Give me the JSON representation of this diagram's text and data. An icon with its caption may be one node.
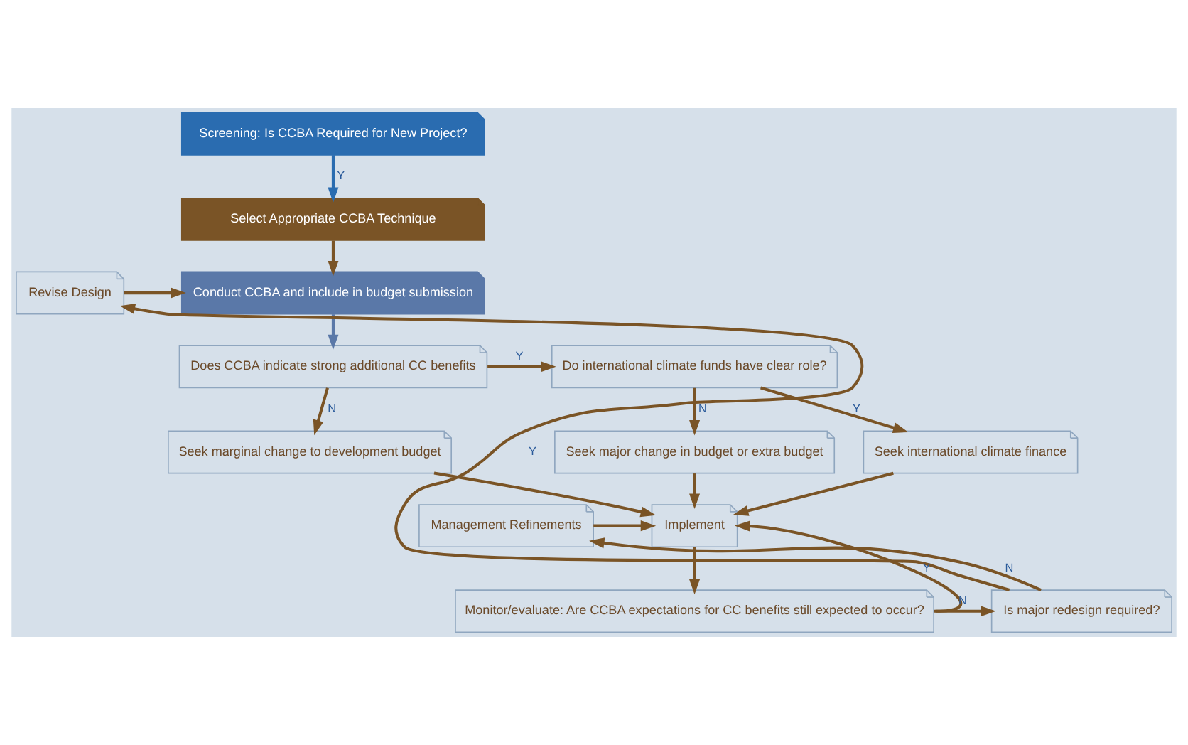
{
  "diagram": {
    "nodes": [
      {
        "text": [
          "Screening: Is CCBA Required for New Project?"
        ]
      },
      {
        "text": [
          "Select Appropriate CCBA Technique"
        ]
      },
      {
        "text": [
          "Revise Design"
        ]
      },
      {
        "text": [
          "Conduct CCBA and include in budget submission"
        ]
      },
      {
        "text": [
          "Does CCBA indicate strong additional CC benefits"
        ]
      },
      {
        "text": [
          "Do international climate funds have clear role?"
        ]
      },
      {
        "text": [
          "Seek marginal change to development budget"
        ]
      },
      {
        "text": [
          "Seek major change in budget or extra budget"
        ]
      },
      {
        "text": [
          "Seek international climate finance"
        ]
      },
      {
        "text": [
          "Management Refinements"
        ]
      },
      {
        "text": [
          "Implement"
        ]
      },
      {
        "text": [
          "Is major redesign required?"
        ]
      },
      {
        "text": [
          "Monitor/evaluate: Are CCBA expectations for CC benefits still expected to occur?"
        ]
      }
    ],
    "edges": [
      {
        "from": 0,
        "to": 1,
        "arrow": "to",
        "label": "Y",
        "color": "#2a6cb0"
      },
      {
        "from": 1,
        "to": 3,
        "arrow": "to"
      },
      {
        "from": 2,
        "to": 3,
        "arrow": "to"
      },
      {
        "from": 3,
        "to": 4,
        "arrow": "to",
        "color": "#5a78a8"
      },
      {
        "from": 4,
        "to": 5,
        "arrow": "to",
        "label": "Y"
      },
      {
        "from": 4,
        "to": 6,
        "arrow": "to",
        "label": "N"
      },
      {
        "from": 5,
        "to": 7,
        "arrow": "to",
        "label": "N"
      },
      {
        "from": 5,
        "to": 8,
        "arrow": "to",
        "label": "Y"
      },
      {
        "from": 6,
        "to": 10,
        "arrow": "to"
      },
      {
        "from": 7,
        "to": 10,
        "arrow": "to"
      },
      {
        "from": 8,
        "to": 10,
        "arrow": "to"
      },
      {
        "from": 9,
        "to": 10,
        "arrow": "to"
      },
      {
        "from": 10,
        "to": 12,
        "arrow": "to"
      },
      {
        "from": 12,
        "to": 10,
        "arrow": "to",
        "label": "Y"
      },
      {
        "from": 12,
        "to": 11,
        "arrow": "to",
        "label": "N"
      },
      {
        "from": 11,
        "to": 9,
        "arrow": "to",
        "label": "N"
      },
      {
        "from": 11,
        "to": 2,
        "arrow": "to",
        "label": "Y"
      }
    ]
  }
}
